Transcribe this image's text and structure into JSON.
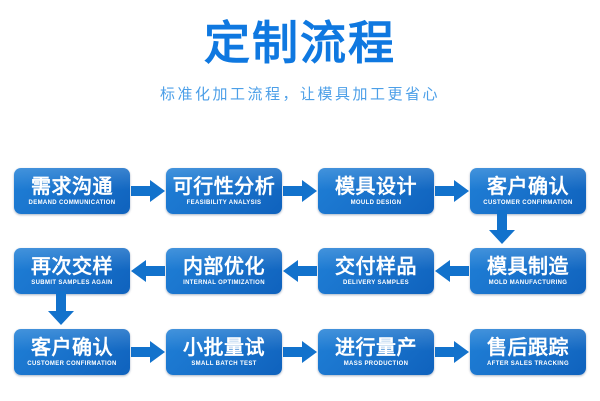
{
  "header": {
    "title": "定制流程",
    "subtitle": "标准化加工流程，让模具加工更省心",
    "title_color": "#0f78e0",
    "subtitle_color": "#4c9fe8"
  },
  "theme": {
    "background": "#ffffff",
    "node_fill_light": "#1f7fd6",
    "node_fill_dark": "#0f62bd",
    "arrow_color": "#1272cc",
    "node_text_color": "#ffffff"
  },
  "flow": {
    "rows": [
      {
        "direction": "right",
        "nodes": [
          {
            "cn": "需求沟通",
            "en": "DEMAND COMMUNICATION"
          },
          {
            "cn": "可行性分析",
            "en": "FEASIBILITY ANALYSIS"
          },
          {
            "cn": "模具设计",
            "en": "MOULD DESIGN"
          },
          {
            "cn": "客户确认",
            "en": "CUSTOMER CONFIRMATION"
          }
        ]
      },
      {
        "direction": "left",
        "nodes": [
          {
            "cn": "再次交样",
            "en": "SUBMIT SAMPLES AGAIN"
          },
          {
            "cn": "内部优化",
            "en": "INTERNAL OPTIMIZATION"
          },
          {
            "cn": "交付样品",
            "en": "DELIVERY SAMPLES"
          },
          {
            "cn": "模具制造",
            "en": "MOLD MANUFACTURING"
          }
        ]
      },
      {
        "direction": "right",
        "nodes": [
          {
            "cn": "客户确认",
            "en": "CUSTOMER CONFIRMATION"
          },
          {
            "cn": "小批量试",
            "en": "SMALL BATCH TEST"
          },
          {
            "cn": "进行量产",
            "en": "MASS PRODUCTION"
          },
          {
            "cn": "售后跟踪",
            "en": "AFTER SALES TRACKING"
          }
        ]
      }
    ]
  }
}
